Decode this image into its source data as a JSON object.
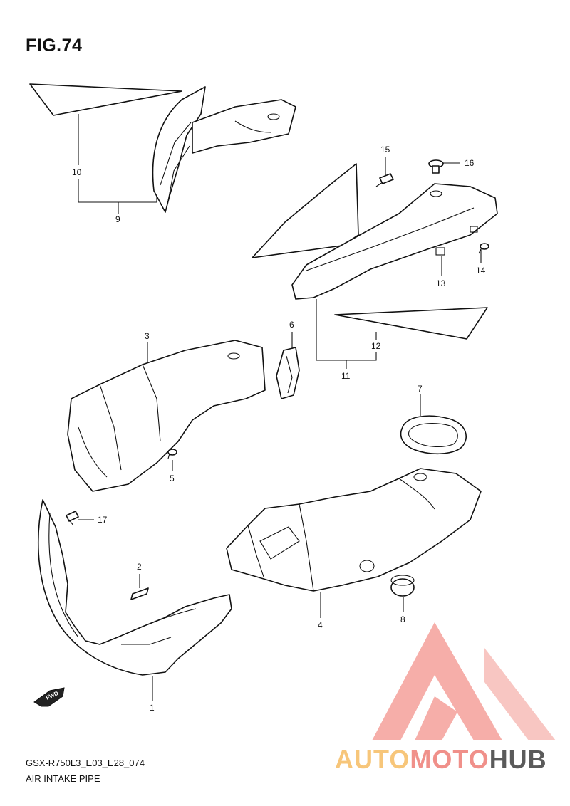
{
  "figure": {
    "title": "FIG.74"
  },
  "callouts": {
    "c1": "1",
    "c2": "2",
    "c3": "3",
    "c4": "4",
    "c5": "5",
    "c6": "6",
    "c7": "7",
    "c8": "8",
    "c9": "9",
    "c10": "10",
    "c11": "11",
    "c12": "12",
    "c13": "13",
    "c14": "14",
    "c15": "15",
    "c16": "16",
    "c17": "17"
  },
  "fwd_label": "FWD",
  "footer": {
    "code": "GSX-R750L3_E03_E28_074",
    "caption": "AIR INTAKE PIPE"
  },
  "watermark": {
    "part1": "AUTO",
    "part2": "MOTO",
    "part3": "HUB",
    "colors": {
      "part1": "#f7c67a",
      "part2": "#f0908a",
      "part3": "#5a5a5a",
      "triangle": "#f4a09a"
    }
  }
}
